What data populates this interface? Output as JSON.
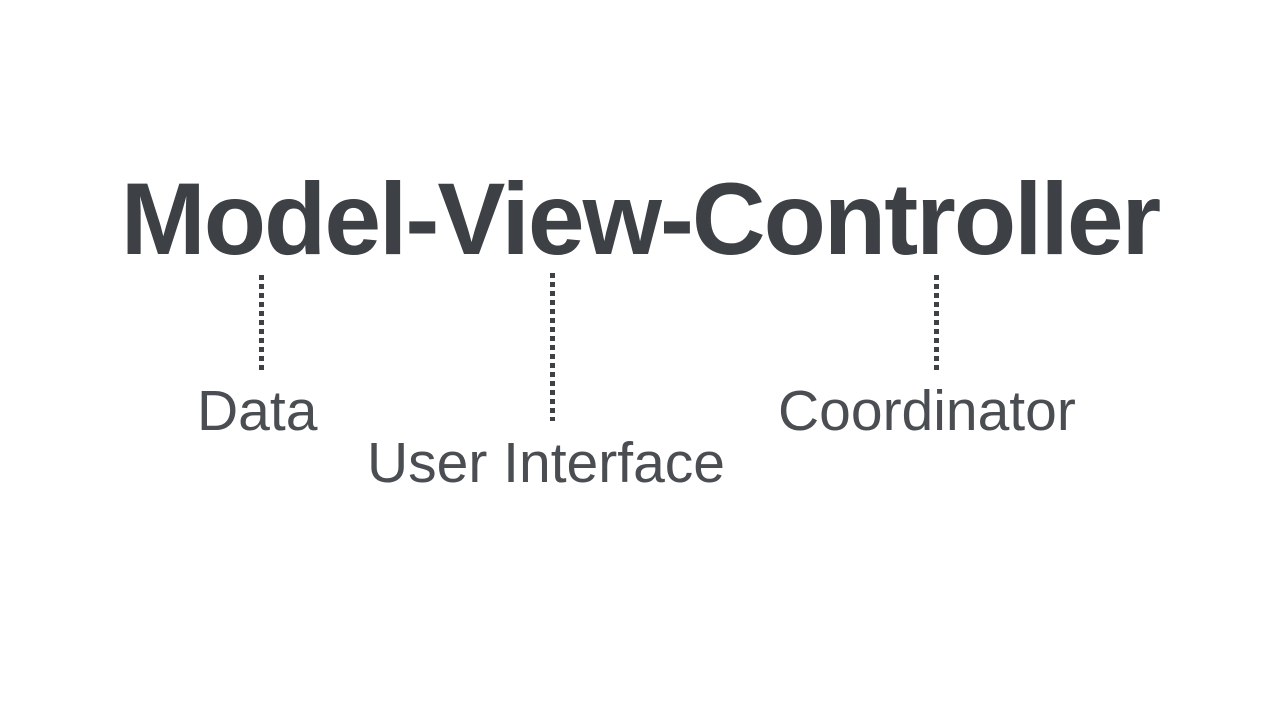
{
  "colors": {
    "background": "#ffffff",
    "title": "#3d4145",
    "label": "#4a4d52",
    "connector": "#3e4247"
  },
  "title": {
    "text": "Model-View-Controller"
  },
  "annotations": {
    "model": {
      "label": "Data"
    },
    "view": {
      "label": "User Interface"
    },
    "controller": {
      "label": "Coordinator"
    }
  }
}
